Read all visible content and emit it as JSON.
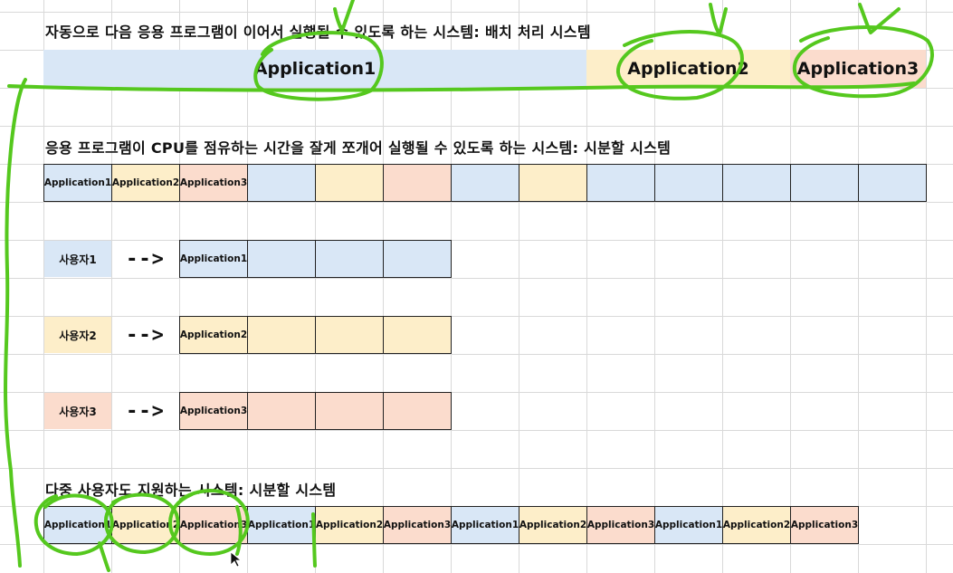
{
  "titles": {
    "batch": "자동으로 다음 응용 프로그램이 이어서 실행될 수 있도록 하는 시스템: 배치 처리 시스템",
    "timeshare": "응용 프로그램이 CPU를 점유하는 시간을 잘게 쪼개어 실행될 수 있도록 하는 시스템: 시분할 시스템",
    "multiuser": "다중 사용자도 지원하는 시스템: 시분할 시스템"
  },
  "batch_row": [
    {
      "label": "Application1",
      "color": "#d9e7f6"
    },
    {
      "label": "Application2",
      "color": "#fdeec9"
    },
    {
      "label": "Application3",
      "color": "#fbdccd"
    }
  ],
  "timeshare_row": {
    "labels": [
      "Application1",
      "Application2",
      "Application3"
    ],
    "cell_colors": [
      "blue",
      "yellow",
      "orange",
      "blue",
      "yellow",
      "orange",
      "blue",
      "yellow",
      "blue",
      "blue",
      "blue",
      "blue",
      "blue"
    ]
  },
  "users": [
    {
      "label": "사용자1",
      "arrow": "-->",
      "app": "Application1",
      "color": "#d9e7f6"
    },
    {
      "label": "사용자2",
      "arrow": "-->",
      "app": "Application2",
      "color": "#fdeec9"
    },
    {
      "label": "사용자3",
      "arrow": "-->",
      "app": "Application3",
      "color": "#fbdccd"
    }
  ],
  "multiuser_row": [
    "Application1",
    "Application2",
    "Application3",
    "Application1",
    "Application2",
    "Application3",
    "Application1",
    "Application2",
    "Application3",
    "Application1",
    "Application2",
    "Application3"
  ],
  "colors": {
    "blue": "#d9e7f6",
    "yellow": "#fdeec9",
    "orange": "#fbdccd",
    "annotation_green": "#55c81e",
    "gridline": "#d9d9d9"
  }
}
